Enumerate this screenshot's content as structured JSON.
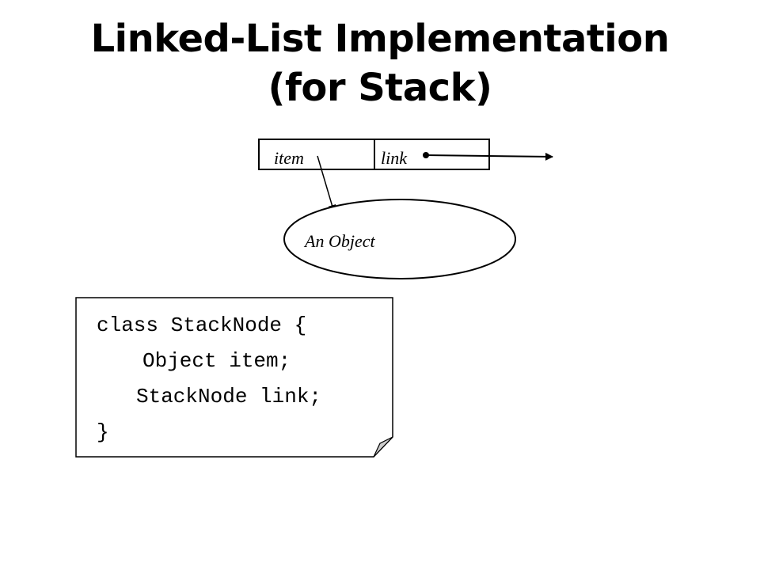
{
  "slide": {
    "title_line1": "Linked-List Implementation",
    "title_line2": "(for Stack)"
  },
  "node": {
    "item_label": "item",
    "link_label": "link"
  },
  "object": {
    "label": "An Object"
  },
  "code": {
    "lines": [
      "class StackNode {",
      "Object item;",
      "StackNode link;",
      "}"
    ]
  }
}
